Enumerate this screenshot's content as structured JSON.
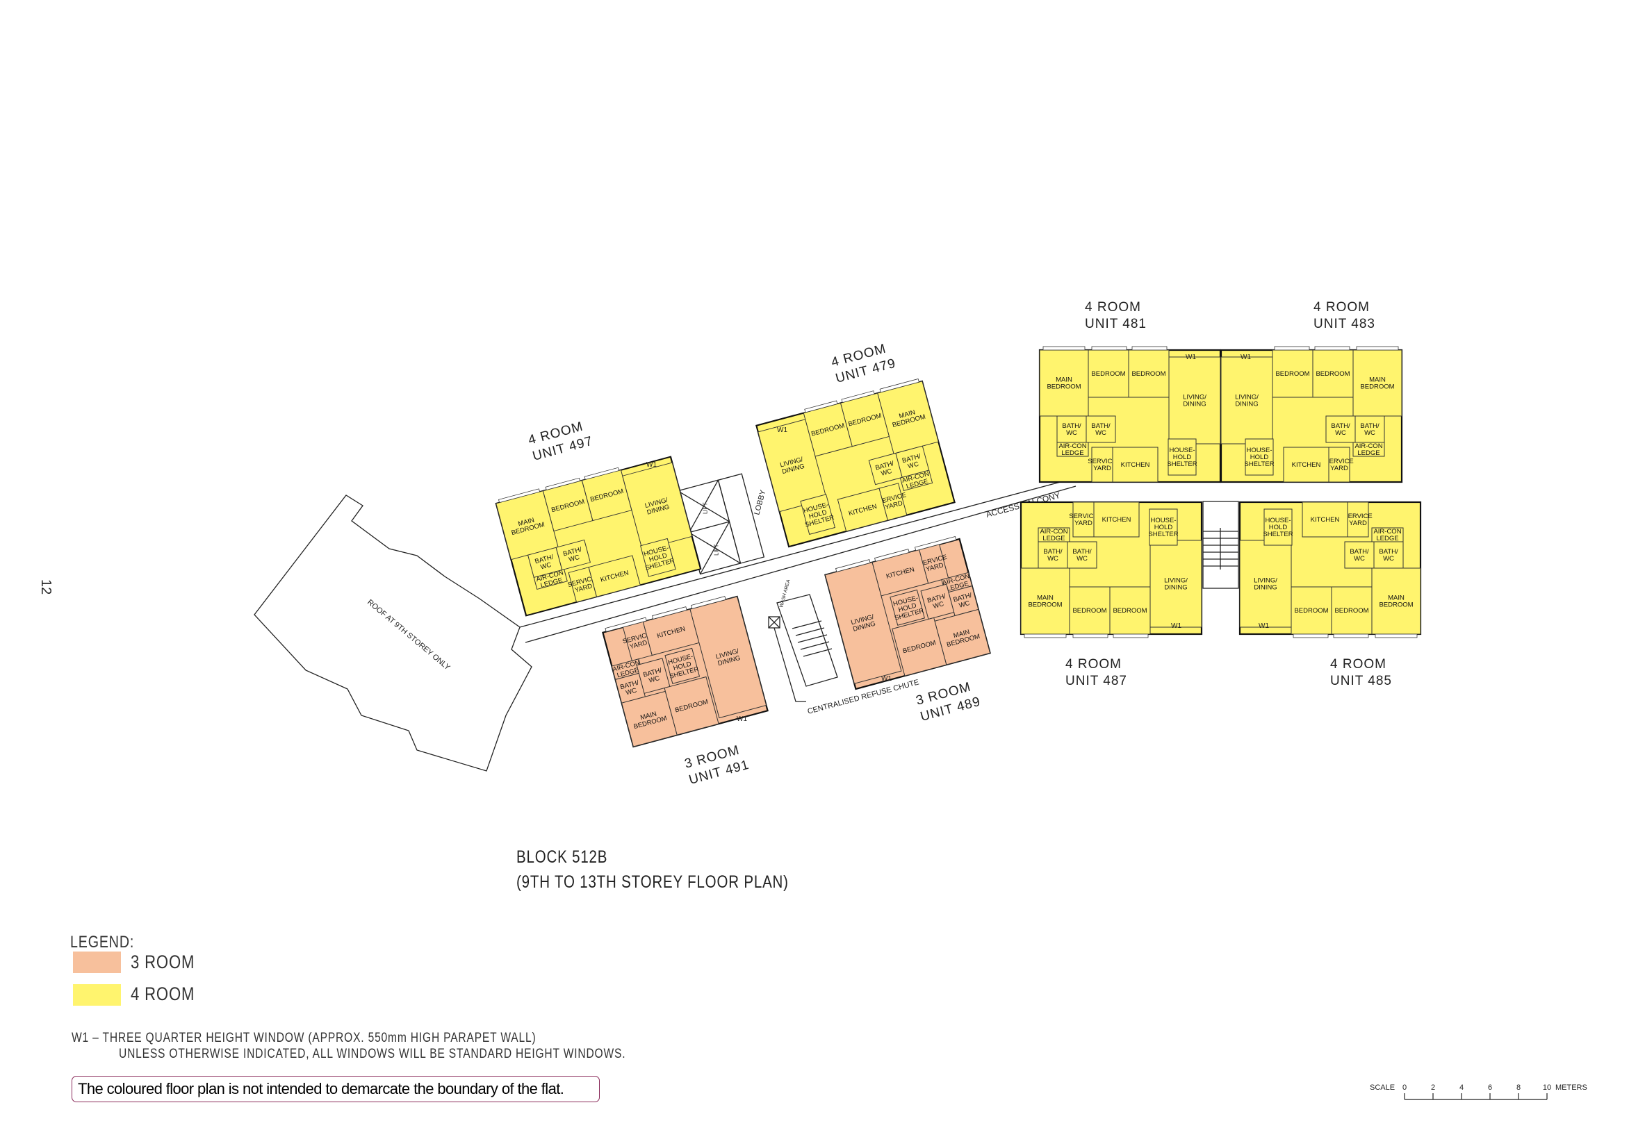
{
  "page_number": "12",
  "title": {
    "block": "BLOCK 512B",
    "subtitle": "(9TH TO 13TH STOREY FLOOR PLAN)"
  },
  "colors": {
    "three_room": "#f7c09c",
    "four_room": "#fff46e"
  },
  "common_areas": {
    "roof": "ROOF AT 9TH STOREY ONLY",
    "access_balcony": "ACCESS BALCONY",
    "lobby": "LOBBY",
    "lift": "LIFT",
    "wash_area": "WASH AREA",
    "refuse_chute": "CENTRALISED REFUSE CHUTE",
    "w1": "W1"
  },
  "room_labels": {
    "four_room": [
      "MAIN BEDROOM",
      "BEDROOM",
      "BEDROOM",
      "LIVING/ DINING",
      "BATH/ WC",
      "BATH/ WC",
      "AIR-CON LEDGE",
      "SERVICE YARD",
      "KITCHEN",
      "HOUSE- HOLD SHELTER"
    ],
    "three_room": [
      "SERVICE YARD",
      "KITCHEN",
      "AIR-CON LEDGE",
      "BATH/ WC",
      "BATH/ WC",
      "HOUSE- HOLD SHELTER",
      "MAIN BEDROOM",
      "BEDROOM",
      "LIVING/ DINING"
    ]
  },
  "units": [
    {
      "type": "4 ROOM",
      "unit": "UNIT 497",
      "kind": "four_room"
    },
    {
      "type": "4 ROOM",
      "unit": "UNIT 479",
      "kind": "four_room"
    },
    {
      "type": "4 ROOM",
      "unit": "UNIT 481",
      "kind": "four_room"
    },
    {
      "type": "4 ROOM",
      "unit": "UNIT 483",
      "kind": "four_room"
    },
    {
      "type": "4 ROOM",
      "unit": "UNIT 487",
      "kind": "four_room"
    },
    {
      "type": "4 ROOM",
      "unit": "UNIT 485",
      "kind": "four_room"
    },
    {
      "type": "3 ROOM",
      "unit": "UNIT 491",
      "kind": "three_room"
    },
    {
      "type": "3 ROOM",
      "unit": "UNIT 489",
      "kind": "three_room"
    }
  ],
  "legend": {
    "title": "LEGEND:",
    "items": [
      {
        "label": "3 ROOM"
      },
      {
        "label": "4 ROOM"
      }
    ],
    "note_line1": "W1  –  THREE QUARTER HEIGHT WINDOW (APPROX. 550mm HIGH PARAPET WALL)",
    "note_line2": "UNLESS OTHERWISE INDICATED, ALL WINDOWS WILL BE STANDARD HEIGHT WINDOWS."
  },
  "disclaimer": "The coloured floor plan is not intended to demarcate the boundary of the flat.",
  "scale": {
    "label": "SCALE",
    "unit": "METERS",
    "ticks": [
      "0",
      "2",
      "4",
      "6",
      "8",
      "10"
    ]
  }
}
